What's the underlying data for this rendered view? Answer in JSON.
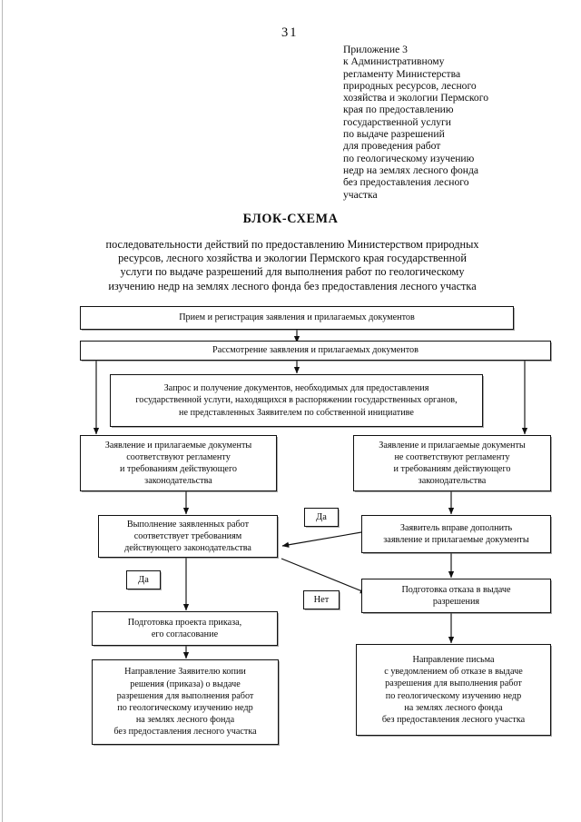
{
  "page": {
    "number": "31"
  },
  "header": {
    "lines": [
      "Приложение 3",
      "к Административному",
      "регламенту Министерства",
      "природных ресурсов, лесного",
      "хозяйства и экологии Пермского",
      "края по предоставлению",
      "государственной услуги",
      "по выдаче разрешений",
      "для проведения работ",
      "по геологическому изучению",
      "недр на землях лесного фонда",
      "без предоставления лесного",
      "участка"
    ]
  },
  "title": "БЛОК-СХЕМА",
  "subtitle": {
    "lines": [
      "последовательности действий по предоставлению Министерством природных",
      "ресурсов, лесного хозяйства и экологии Пермского края государственной",
      "услуги по выдаче разрешений для выполнения работ по геологическому",
      "изучению недр на землях лесного фонда без предоставления лесного участка"
    ]
  },
  "flowchart": {
    "nodes": [
      {
        "id": "intake",
        "lines": [
          "Прием и регистрация заявления и прилагаемых документов"
        ]
      },
      {
        "id": "review",
        "lines": [
          "Рассмотрение заявления и прилагаемых документов"
        ]
      },
      {
        "id": "interagency-request",
        "lines": [
          "Запрос и получение документов, необходимых для предоставления",
          "государственной услуги, находящихся в распоряжении государственных органов,",
          "не представленных Заявителем по собственной инициативе"
        ]
      },
      {
        "id": "compliant",
        "lines": [
          "Заявление и прилагаемые документы",
          "соответствуют регламенту",
          "и требованиям действующего",
          "законодательства"
        ]
      },
      {
        "id": "non-compliant",
        "lines": [
          "Заявление и прилагаемые документы",
          "не соответствуют регламенту",
          "и требованиям действующего",
          "законодательства"
        ]
      },
      {
        "id": "works-compliant",
        "lines": [
          "Выполнение заявленных работ",
          "соответствует требованиям",
          "действующего законодательства"
        ]
      },
      {
        "id": "applicant-may-supplement",
        "lines": [
          "Заявитель вправе дополнить",
          "заявление и прилагаемые документы"
        ]
      },
      {
        "id": "draft-order",
        "lines": [
          "Подготовка проекта приказа,",
          "его согласование"
        ]
      },
      {
        "id": "prepare-refusal",
        "lines": [
          "Подготовка отказа в выдаче",
          "разрешения"
        ]
      },
      {
        "id": "send-copy-decision",
        "lines": [
          "Направление Заявителю копии",
          "решения (приказа) о выдаче",
          "разрешения для выполнения работ",
          "по геологическому изучению недр",
          "на землях лесного фонда",
          "без предоставления лесного участка"
        ]
      },
      {
        "id": "send-refusal-letter",
        "lines": [
          "Направление письма",
          "с уведомлением об отказе в выдаче",
          "разрешения для выполнения работ",
          "по геологическому изучению недр",
          "на землях лесного фонда",
          "без предоставления лесного участка"
        ]
      }
    ],
    "decision_labels": [
      {
        "id": "yes-upper-right",
        "text": "Да"
      },
      {
        "id": "yes-lower-left",
        "text": "Да"
      },
      {
        "id": "no-middle",
        "text": "Нет"
      }
    ]
  }
}
